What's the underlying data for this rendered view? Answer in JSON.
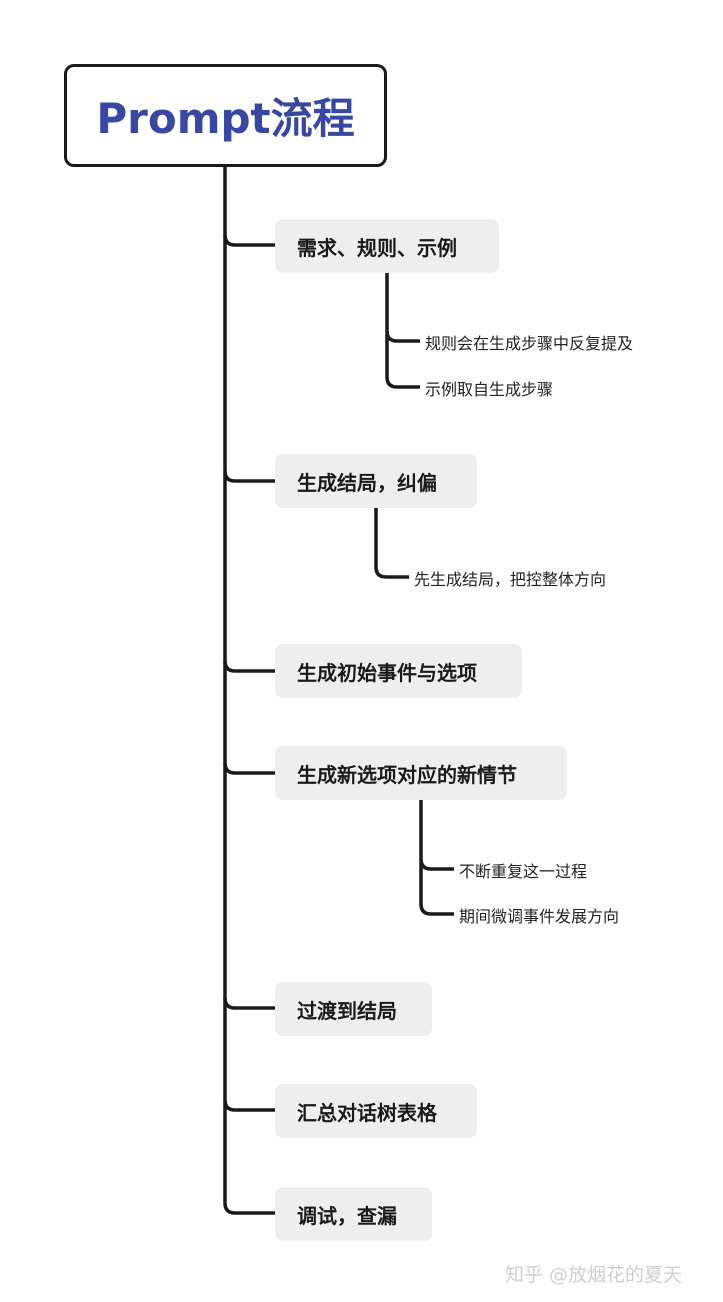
{
  "title": "Prompt流程",
  "nodes": [
    {
      "label": "需求、规则、示例",
      "children": [
        "规则会在生成步骤中反复提及",
        "示例取自生成步骤"
      ]
    },
    {
      "label": "生成结局，纠偏",
      "children": [
        "先生成结局，把控整体方向"
      ]
    },
    {
      "label": "生成初始事件与选项",
      "children": []
    },
    {
      "label": "生成新选项对应的新情节",
      "children": [
        "不断重复这一过程",
        "期间微调事件发展方向"
      ]
    },
    {
      "label": "过渡到结局",
      "children": []
    },
    {
      "label": "汇总对话树表格",
      "children": []
    },
    {
      "label": "调试，查漏",
      "children": []
    }
  ],
  "watermark": "知乎 @放烟花的夏天"
}
